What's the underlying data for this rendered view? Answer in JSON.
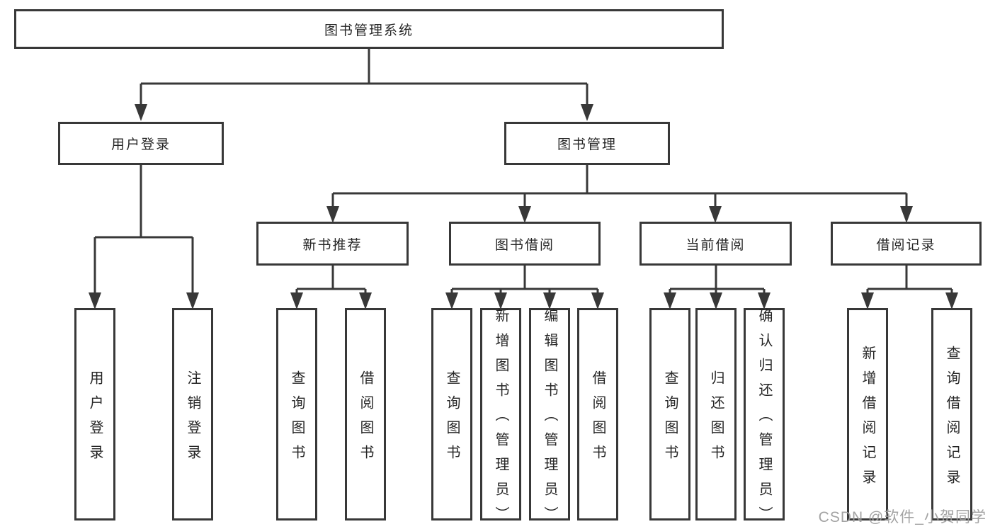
{
  "diagram": {
    "title": "图书管理系统",
    "line_color": "#383838",
    "text_color": "#262626",
    "background": "#ffffff",
    "user_login": {
      "label": "用户登录",
      "leaves": [
        "用户登录",
        "注销登录"
      ]
    },
    "book_management": {
      "label": "图书管理"
    },
    "new_book": {
      "label": "新书推荐",
      "leaves": [
        "查询图书",
        "借阅图书"
      ]
    },
    "borrow": {
      "label": "图书借阅",
      "leaves": [
        "查询图书",
        "新增图书（管理员）",
        "编辑图书（管理员）",
        "借阅图书"
      ]
    },
    "current": {
      "label": "当前借阅",
      "leaves": [
        "查询图书",
        "归还图书",
        "确认归还（管理员）"
      ]
    },
    "records": {
      "label": "借阅记录",
      "leaves": [
        "新增借阅记录",
        "查询借阅记录"
      ]
    }
  },
  "watermark": "CSDN @软件_小贺同学"
}
